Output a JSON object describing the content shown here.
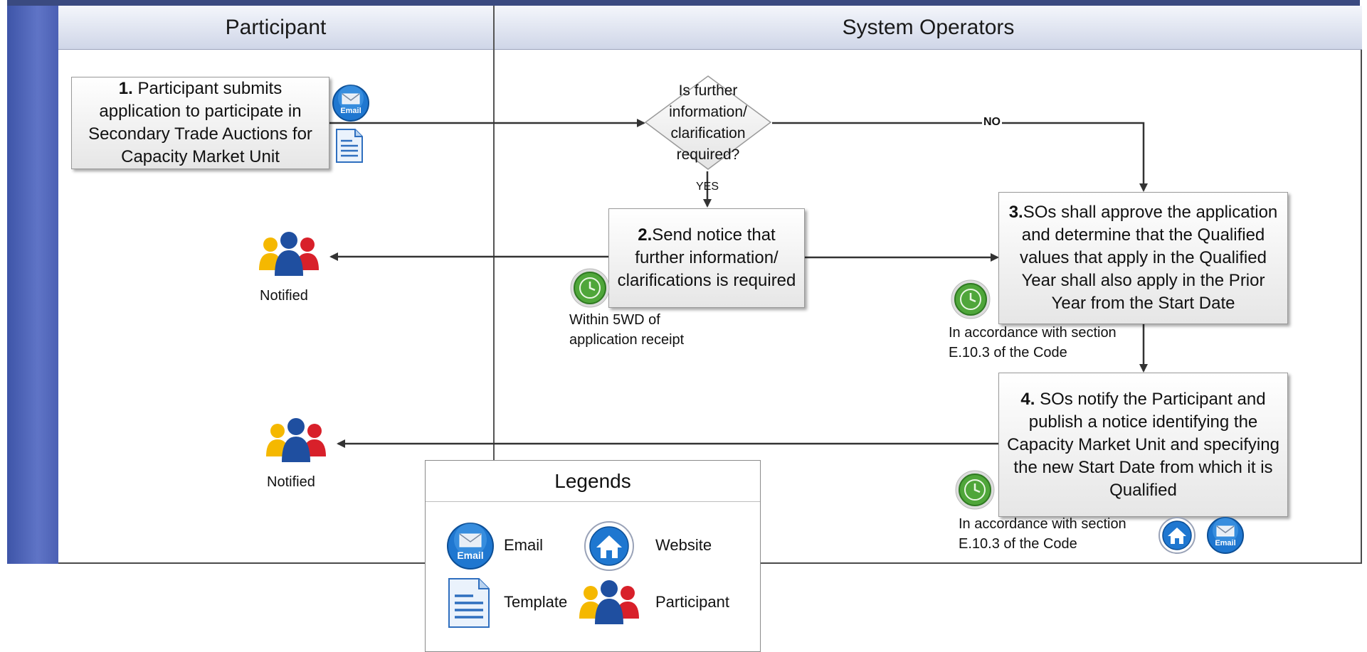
{
  "lanes": {
    "participant": "Participant",
    "system_operators": "System Operators"
  },
  "step1": {
    "num": "1.",
    "text": "Participant submits application to participate in Secondary Trade Auctions for Capacity Market Unit"
  },
  "decision": {
    "text": "Is further information/ clarification required?",
    "yes_label": "YES",
    "no_label": "NO"
  },
  "step2": {
    "num": "2.",
    "text": "Send notice that further information/ clarifications is required",
    "timer_label_line1": "Within 5WD of",
    "timer_label_line2": "application receipt"
  },
  "step3": {
    "num": "3.",
    "text": "SOs shall approve the application and determine that  the Qualified values that apply in the Qualified Year shall also apply in the Prior Year from the Start Date",
    "timer_label_line1": "In accordance with section",
    "timer_label_line2": "E.10.3 of the Code"
  },
  "step4": {
    "num": "4.",
    "text": "SOs notify the Participant and publish a notice identifying the Capacity Market Unit and specifying the new Start Date from which it is Qualified",
    "timer_label_line1": "In accordance with section",
    "timer_label_line2": "E.10.3 of the Code"
  },
  "notified": {
    "label_1": "Notified",
    "label_2": "Notified"
  },
  "icons": {
    "email_text": "Email"
  },
  "legend": {
    "title": "Legends",
    "email": "Email",
    "website": "Website",
    "template": "Template",
    "participant": "Participant"
  },
  "colors": {
    "header_band": "#3a4a80",
    "left_band": "#4b60b4",
    "email_blue": "#1f77d0",
    "clock_green": "#4fa63a"
  }
}
